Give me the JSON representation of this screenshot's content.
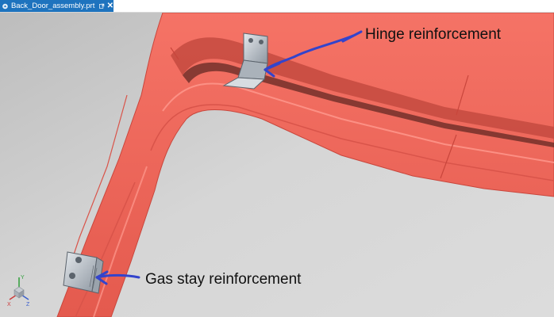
{
  "tab": {
    "title": "Back_Door_assembly.prt",
    "icon": "part-file-icon",
    "popout_icon": "popout-icon",
    "close_glyph": "✕",
    "color": "#1e73be"
  },
  "annotations": {
    "hinge_label": "Hinge reinforcement",
    "gas_stay_label": "Gas stay reinforcement",
    "pen_color": "#3344cc"
  },
  "triad": {
    "x_label": "X",
    "y_label": "Y",
    "z_label": "Z"
  },
  "colors": {
    "door_frame": "#f26a5e",
    "background": "#cfcfcf",
    "bracket": "#b8c0c8"
  }
}
